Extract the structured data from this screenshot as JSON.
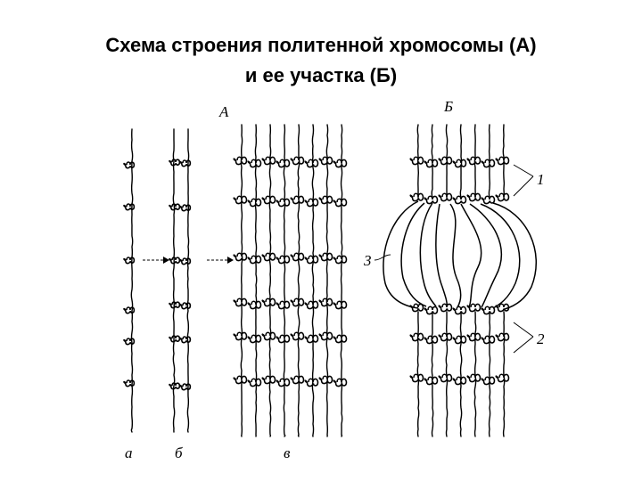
{
  "title": {
    "line1": "Схема строения политенной хромосомы (А)",
    "line2": "и ее участка (Б)"
  },
  "labels": {
    "part_a": "А",
    "part_b": "Б",
    "sub_a": "а",
    "sub_b": "б",
    "sub_v": "в",
    "num_1": "1",
    "num_2": "2",
    "num_3": "3"
  }
}
